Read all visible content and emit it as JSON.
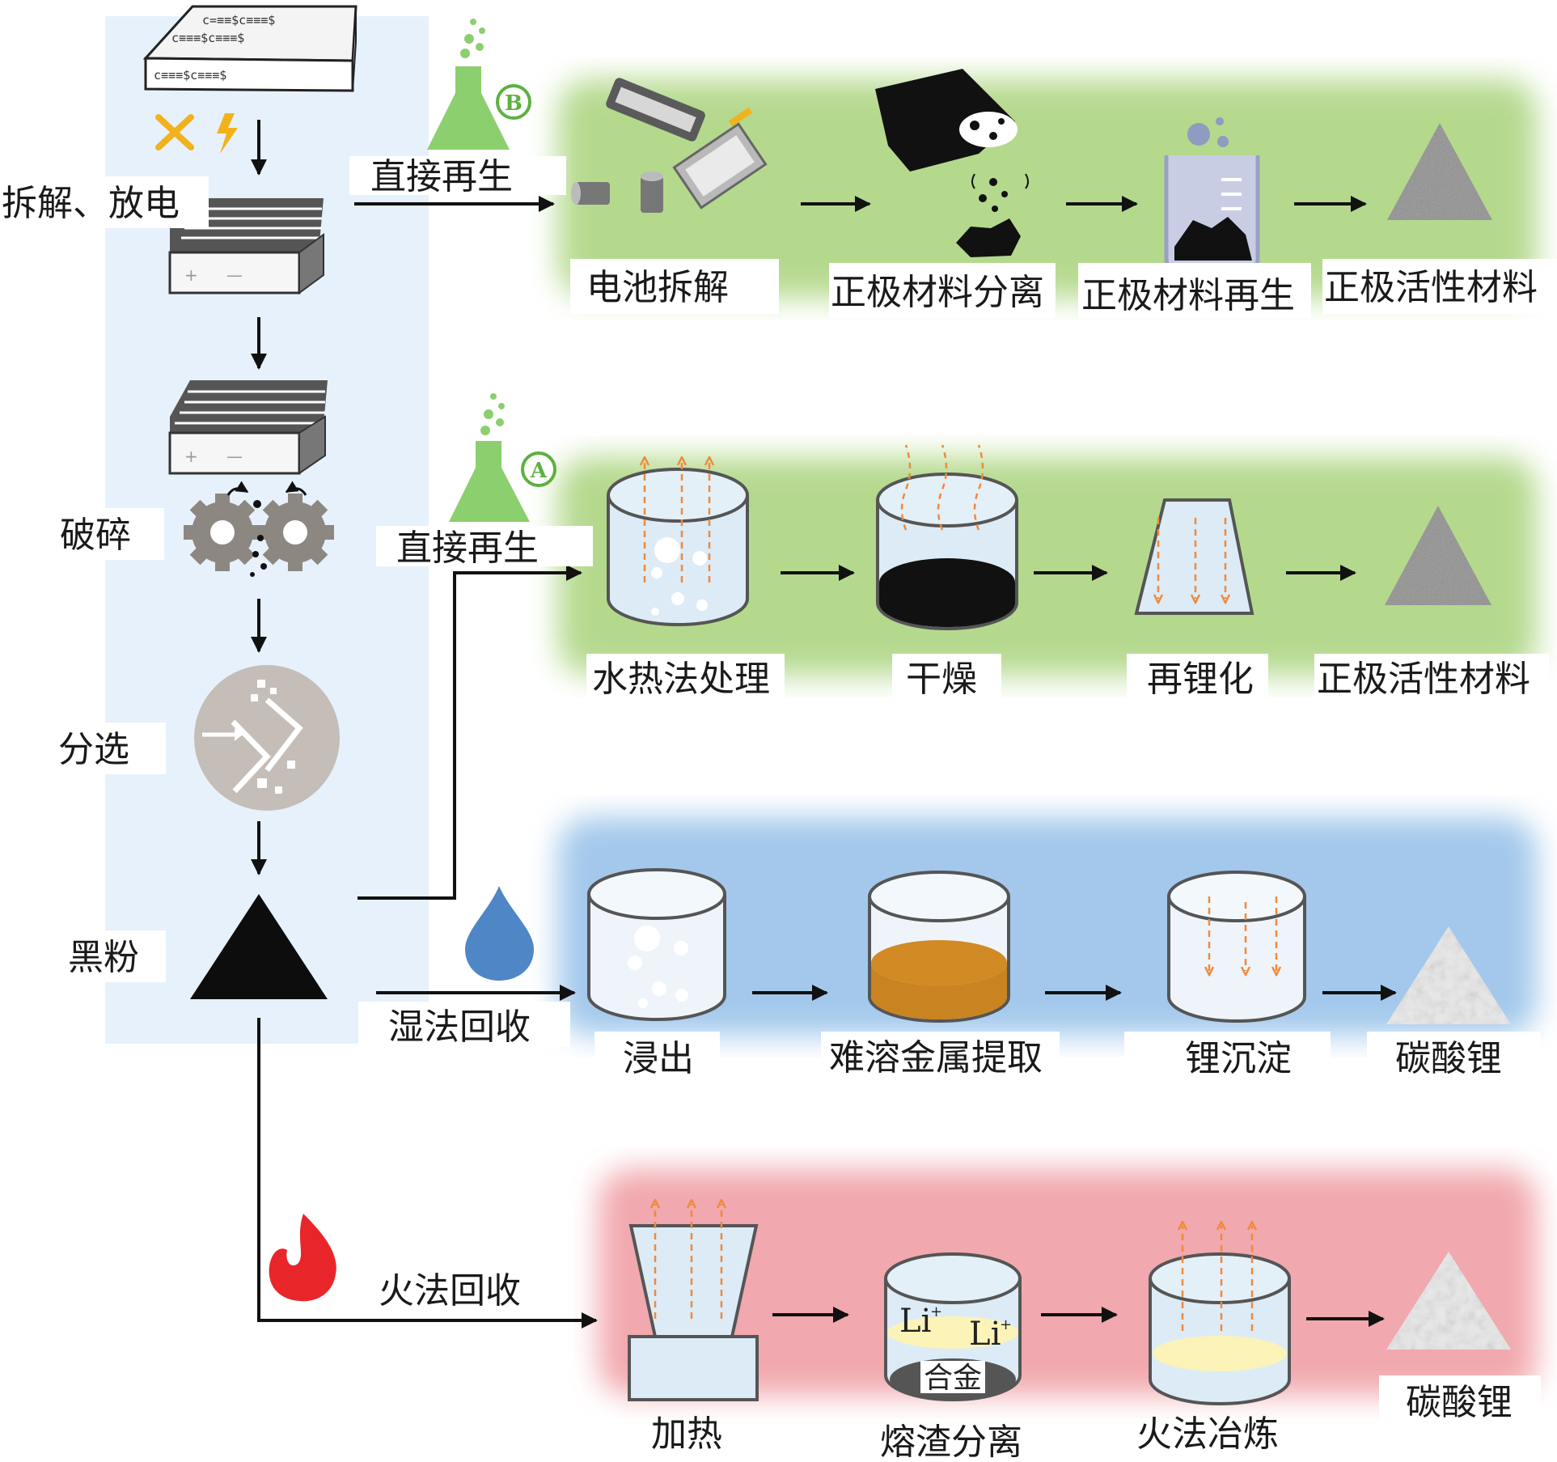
{
  "left_column": {
    "steps": [
      {
        "label": "拆解、放电",
        "icon": "battery-module-icon"
      },
      {
        "label": "破碎",
        "icon": "crusher-gears-icon"
      },
      {
        "label": "分选",
        "icon": "sorting-icon"
      },
      {
        "label": "黑粉",
        "icon": "black-powder-triangle-icon"
      }
    ]
  },
  "routes": {
    "direct_b": {
      "badge": "B",
      "label": "直接再生",
      "steps": [
        "电池拆解",
        "正极材料分离",
        "正极材料再生",
        "正极活性材料"
      ]
    },
    "direct_a": {
      "badge": "A",
      "label": "直接再生",
      "steps": [
        "水热法处理",
        "干燥",
        "再锂化",
        "正极活性材料"
      ]
    },
    "hydro": {
      "label": "湿法回收",
      "steps": [
        "浸出",
        "难溶金属提取",
        "锂沉淀",
        "碳酸锂"
      ]
    },
    "pyro": {
      "label": "火法回收",
      "steps": [
        "加热",
        "熔渣分离",
        "火法冶炼",
        "碳酸锂"
      ],
      "slag_labels": {
        "li_ion": "Li",
        "superscript": "+",
        "alloy": "合金"
      }
    }
  },
  "colors": {
    "left_panel": "#e7f1fb",
    "direct_band": "#a8d37a",
    "hydro_band": "#93bfe8",
    "pyro_band": "#ef9aa0",
    "flask_green": "#8ccf6e",
    "badge_green": "#5cb13f",
    "water_drop": "#4f86c6",
    "flame_red": "#e8262a",
    "orange_arrow": "#ef8a3c",
    "brown_liquid": "#c98320",
    "yellow_liquid": "#fbf3b8",
    "black": "#111111"
  }
}
